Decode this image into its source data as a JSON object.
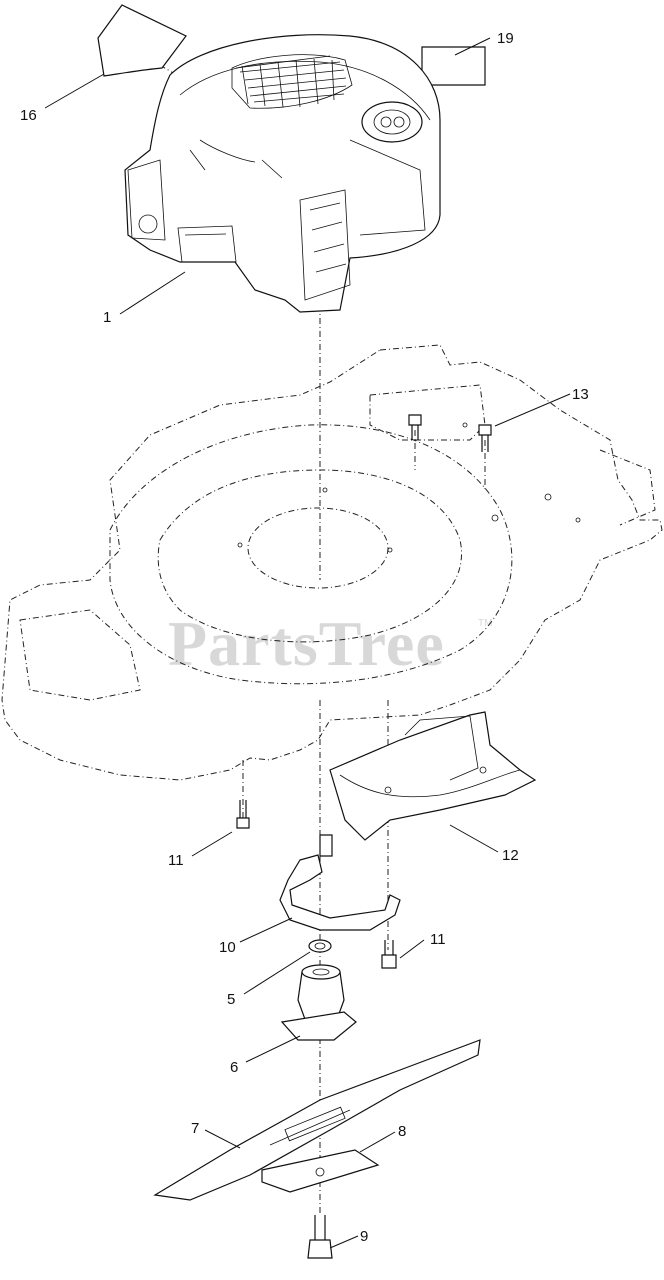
{
  "watermark": {
    "text": "PartsTree",
    "trademark": "TM"
  },
  "callouts": [
    {
      "id": "16",
      "text": "16"
    },
    {
      "id": "19",
      "text": "19"
    },
    {
      "id": "1",
      "text": "1"
    },
    {
      "id": "13",
      "text": "13"
    },
    {
      "id": "11a",
      "text": "11"
    },
    {
      "id": "12",
      "text": "12"
    },
    {
      "id": "10",
      "text": "10"
    },
    {
      "id": "11b",
      "text": "11"
    },
    {
      "id": "5",
      "text": "5"
    },
    {
      "id": "6",
      "text": "6"
    },
    {
      "id": "7",
      "text": "7"
    },
    {
      "id": "8",
      "text": "8"
    },
    {
      "id": "9",
      "text": "9"
    }
  ]
}
